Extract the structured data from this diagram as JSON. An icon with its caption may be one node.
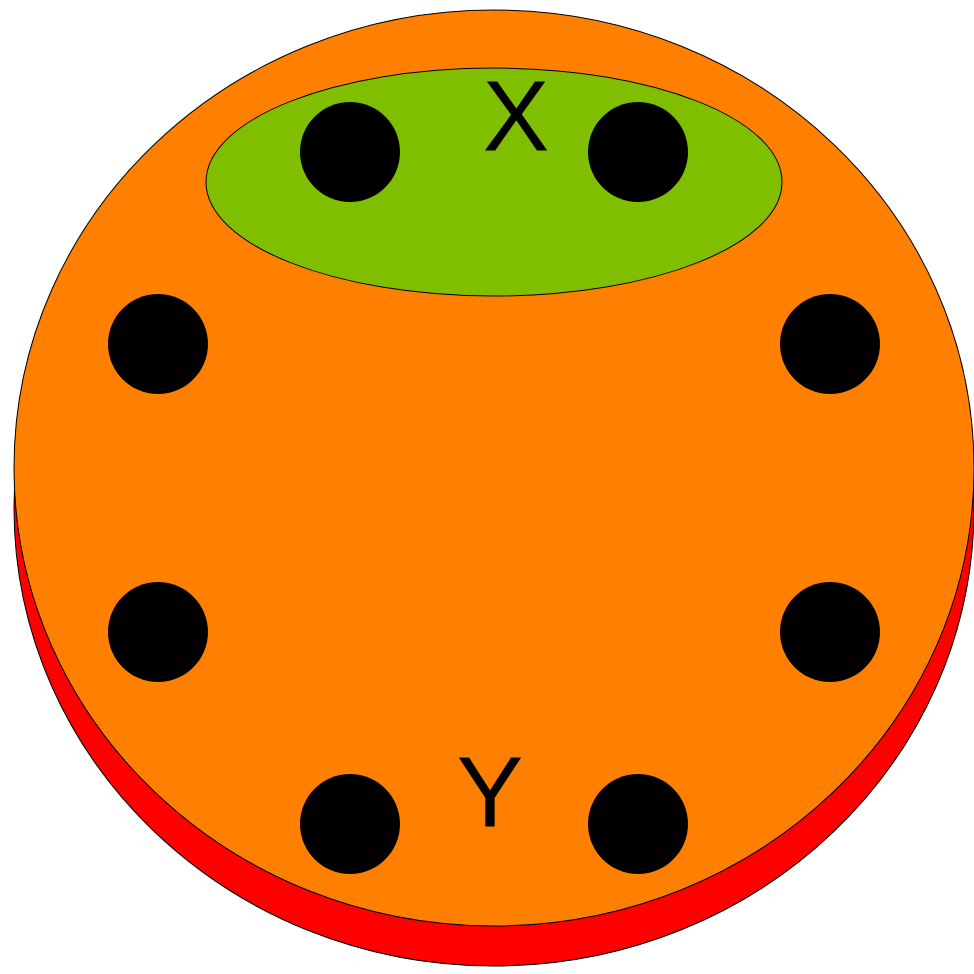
{
  "diagram": {
    "nodes": [
      {
        "text": [],
        "shape": "circle"
      },
      {
        "text": [
          "X"
        ],
        "in": 0
      }
    ],
    "labels": [
      "Y"
    ]
  }
}
